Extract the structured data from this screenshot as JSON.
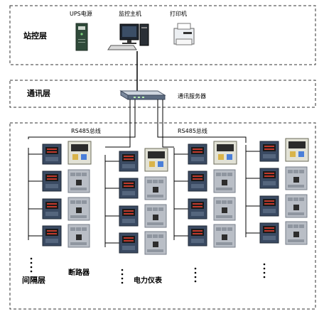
{
  "layers": {
    "station": "站控层",
    "comm": "通讯层",
    "bay": "间隔层"
  },
  "devices": {
    "ups": "UPS电源",
    "host": "监控主机",
    "printer": "打印机",
    "server": "通讯服务器"
  },
  "bus": {
    "left": "RS485总线",
    "right": "RS485总线"
  },
  "legend": {
    "breaker": "断路器",
    "meter": "电力仪表"
  },
  "columns": [
    {
      "rows": [
        "meter+acb",
        "meter+mccb",
        "meter+mccb",
        "meter+mccb"
      ]
    },
    {
      "rows": [
        "meter+acb",
        "meter+mccb",
        "meter+mccb",
        "meter+mccb"
      ]
    },
    {
      "rows": [
        "meter+acb",
        "meter+mccb",
        "meter+mccb",
        "meter+mccb"
      ]
    },
    {
      "rows": [
        "meter+acb",
        "meter+mccb",
        "meter+mccb",
        "meter+mccb"
      ]
    }
  ],
  "colors": {
    "meter_body": "#3a4a62",
    "meter_screen": "#c0392b",
    "breaker_body": "#b9bec6",
    "acb_body": "#e2e2d6",
    "ups_body": "#2f4a3a",
    "line": "#000000",
    "dash_border": "#333333"
  }
}
